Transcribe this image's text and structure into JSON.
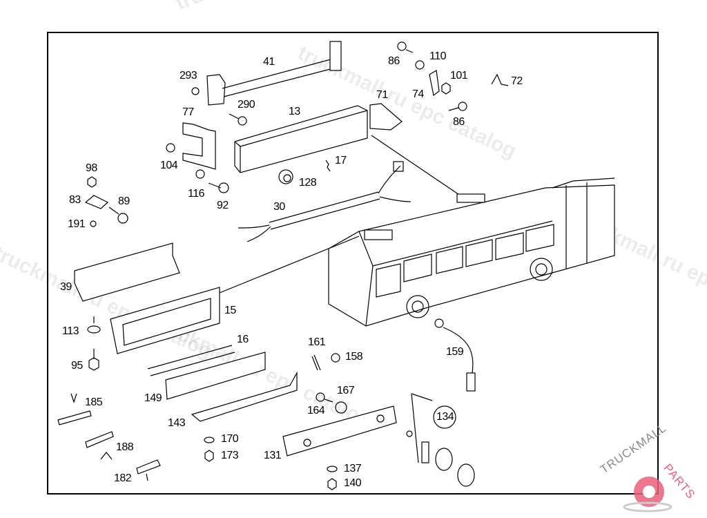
{
  "watermark": "truckmall.ru epc catalog",
  "logo": {
    "part1": "TRUCKMALL",
    "part2": "PARTS",
    "brand_color": "#e8607a",
    "gray": "#8a8a8a"
  },
  "callouts": [
    {
      "id": "41",
      "text": "41"
    },
    {
      "id": "293",
      "text": "293"
    },
    {
      "id": "290",
      "text": "290"
    },
    {
      "id": "13",
      "text": "13"
    },
    {
      "id": "77",
      "text": "77"
    },
    {
      "id": "104",
      "text": "104"
    },
    {
      "id": "116",
      "text": "116"
    },
    {
      "id": "92",
      "text": "92"
    },
    {
      "id": "128",
      "text": "128"
    },
    {
      "id": "17",
      "text": "17"
    },
    {
      "id": "98",
      "text": "98"
    },
    {
      "id": "83",
      "text": "83"
    },
    {
      "id": "89",
      "text": "89"
    },
    {
      "id": "191",
      "text": "191"
    },
    {
      "id": "30",
      "text": "30"
    },
    {
      "id": "86a",
      "text": "86"
    },
    {
      "id": "110",
      "text": "110"
    },
    {
      "id": "101",
      "text": "101"
    },
    {
      "id": "74",
      "text": "74"
    },
    {
      "id": "86b",
      "text": "86"
    },
    {
      "id": "71",
      "text": "71"
    },
    {
      "id": "72",
      "text": "72"
    },
    {
      "id": "39",
      "text": "39"
    },
    {
      "id": "15",
      "text": "15"
    },
    {
      "id": "113",
      "text": "113"
    },
    {
      "id": "95",
      "text": "95"
    },
    {
      "id": "16",
      "text": "16"
    },
    {
      "id": "161",
      "text": "161"
    },
    {
      "id": "158",
      "text": "158"
    },
    {
      "id": "159",
      "text": "159"
    },
    {
      "id": "149",
      "text": "149"
    },
    {
      "id": "185",
      "text": "185"
    },
    {
      "id": "167",
      "text": "167"
    },
    {
      "id": "164",
      "text": "164"
    },
    {
      "id": "143",
      "text": "143"
    },
    {
      "id": "134",
      "text": "134"
    },
    {
      "id": "170",
      "text": "170"
    },
    {
      "id": "188",
      "text": "188"
    },
    {
      "id": "173",
      "text": "173"
    },
    {
      "id": "131",
      "text": "131"
    },
    {
      "id": "137",
      "text": "137"
    },
    {
      "id": "182",
      "text": "182"
    },
    {
      "id": "140",
      "text": "140"
    }
  ]
}
